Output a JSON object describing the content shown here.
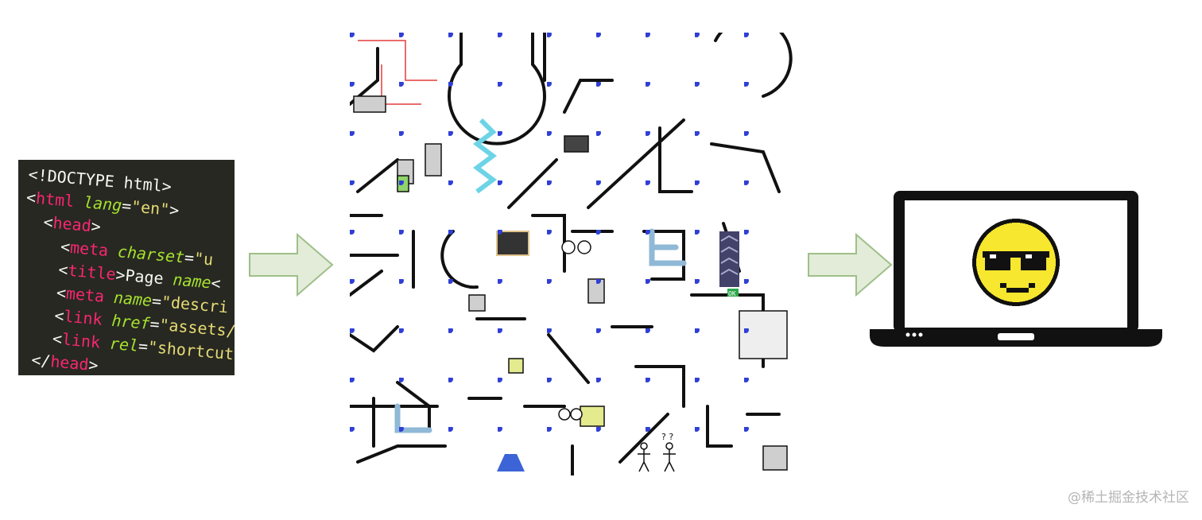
{
  "code_snippet": {
    "lines": [
      [
        {
          "t": "<!",
          "c": "punct"
        },
        {
          "t": "DOCTYPE html",
          "c": "text"
        },
        {
          "t": ">",
          "c": "punct"
        }
      ],
      [
        {
          "t": "<",
          "c": "punct"
        },
        {
          "t": "html",
          "c": "tag"
        },
        {
          "t": " lang",
          "c": "attr"
        },
        {
          "t": "=",
          "c": "punct"
        },
        {
          "t": "\"en\"",
          "c": "val"
        },
        {
          "t": ">",
          "c": "punct"
        }
      ],
      [
        {
          "t": "  <",
          "c": "punct"
        },
        {
          "t": "head",
          "c": "tag"
        },
        {
          "t": ">",
          "c": "punct"
        }
      ],
      [
        {
          "t": "    <",
          "c": "punct"
        },
        {
          "t": "meta",
          "c": "tag"
        },
        {
          "t": " charset",
          "c": "attr"
        },
        {
          "t": "=",
          "c": "punct"
        },
        {
          "t": "\"u",
          "c": "val"
        }
      ],
      [
        {
          "t": "    <",
          "c": "punct"
        },
        {
          "t": "title",
          "c": "tag"
        },
        {
          "t": ">",
          "c": "punct"
        },
        {
          "t": "Page ",
          "c": "text"
        },
        {
          "t": "name",
          "c": "attr"
        },
        {
          "t": "<",
          "c": "punct"
        }
      ],
      [
        {
          "t": "    <",
          "c": "punct"
        },
        {
          "t": "meta",
          "c": "tag"
        },
        {
          "t": " name",
          "c": "attr"
        },
        {
          "t": "=",
          "c": "punct"
        },
        {
          "t": "\"descri",
          "c": "val"
        }
      ],
      [
        {
          "t": "    <",
          "c": "punct"
        },
        {
          "t": "link",
          "c": "tag"
        },
        {
          "t": " href",
          "c": "attr"
        },
        {
          "t": "=",
          "c": "punct"
        },
        {
          "t": "\"assets/",
          "c": "val"
        }
      ],
      [
        {
          "t": "    <",
          "c": "punct"
        },
        {
          "t": "link",
          "c": "tag"
        },
        {
          "t": " rel",
          "c": "attr"
        },
        {
          "t": "=",
          "c": "punct"
        },
        {
          "t": "\"shortcut",
          "c": "val"
        }
      ],
      [
        {
          "t": "  </",
          "c": "punct"
        },
        {
          "t": "head",
          "c": "tag"
        },
        {
          "t": ">",
          "c": "punct"
        }
      ]
    ]
  },
  "maze": {
    "labels": {
      "ok": "OK",
      "question": "? ?"
    }
  },
  "watermark": "@稀土掘金技术社区",
  "colors": {
    "code_bg": "#272822",
    "arrow_fill": "#e2ecd8",
    "arrow_stroke": "#9fbf8a",
    "dot": "#2f3fd6",
    "smiley": "#f7e72e",
    "laptop": "#111111"
  },
  "icons": {
    "arrow": "right-arrow-icon",
    "laptop": "laptop-icon",
    "smiley": "sunglasses-smiley-icon"
  }
}
